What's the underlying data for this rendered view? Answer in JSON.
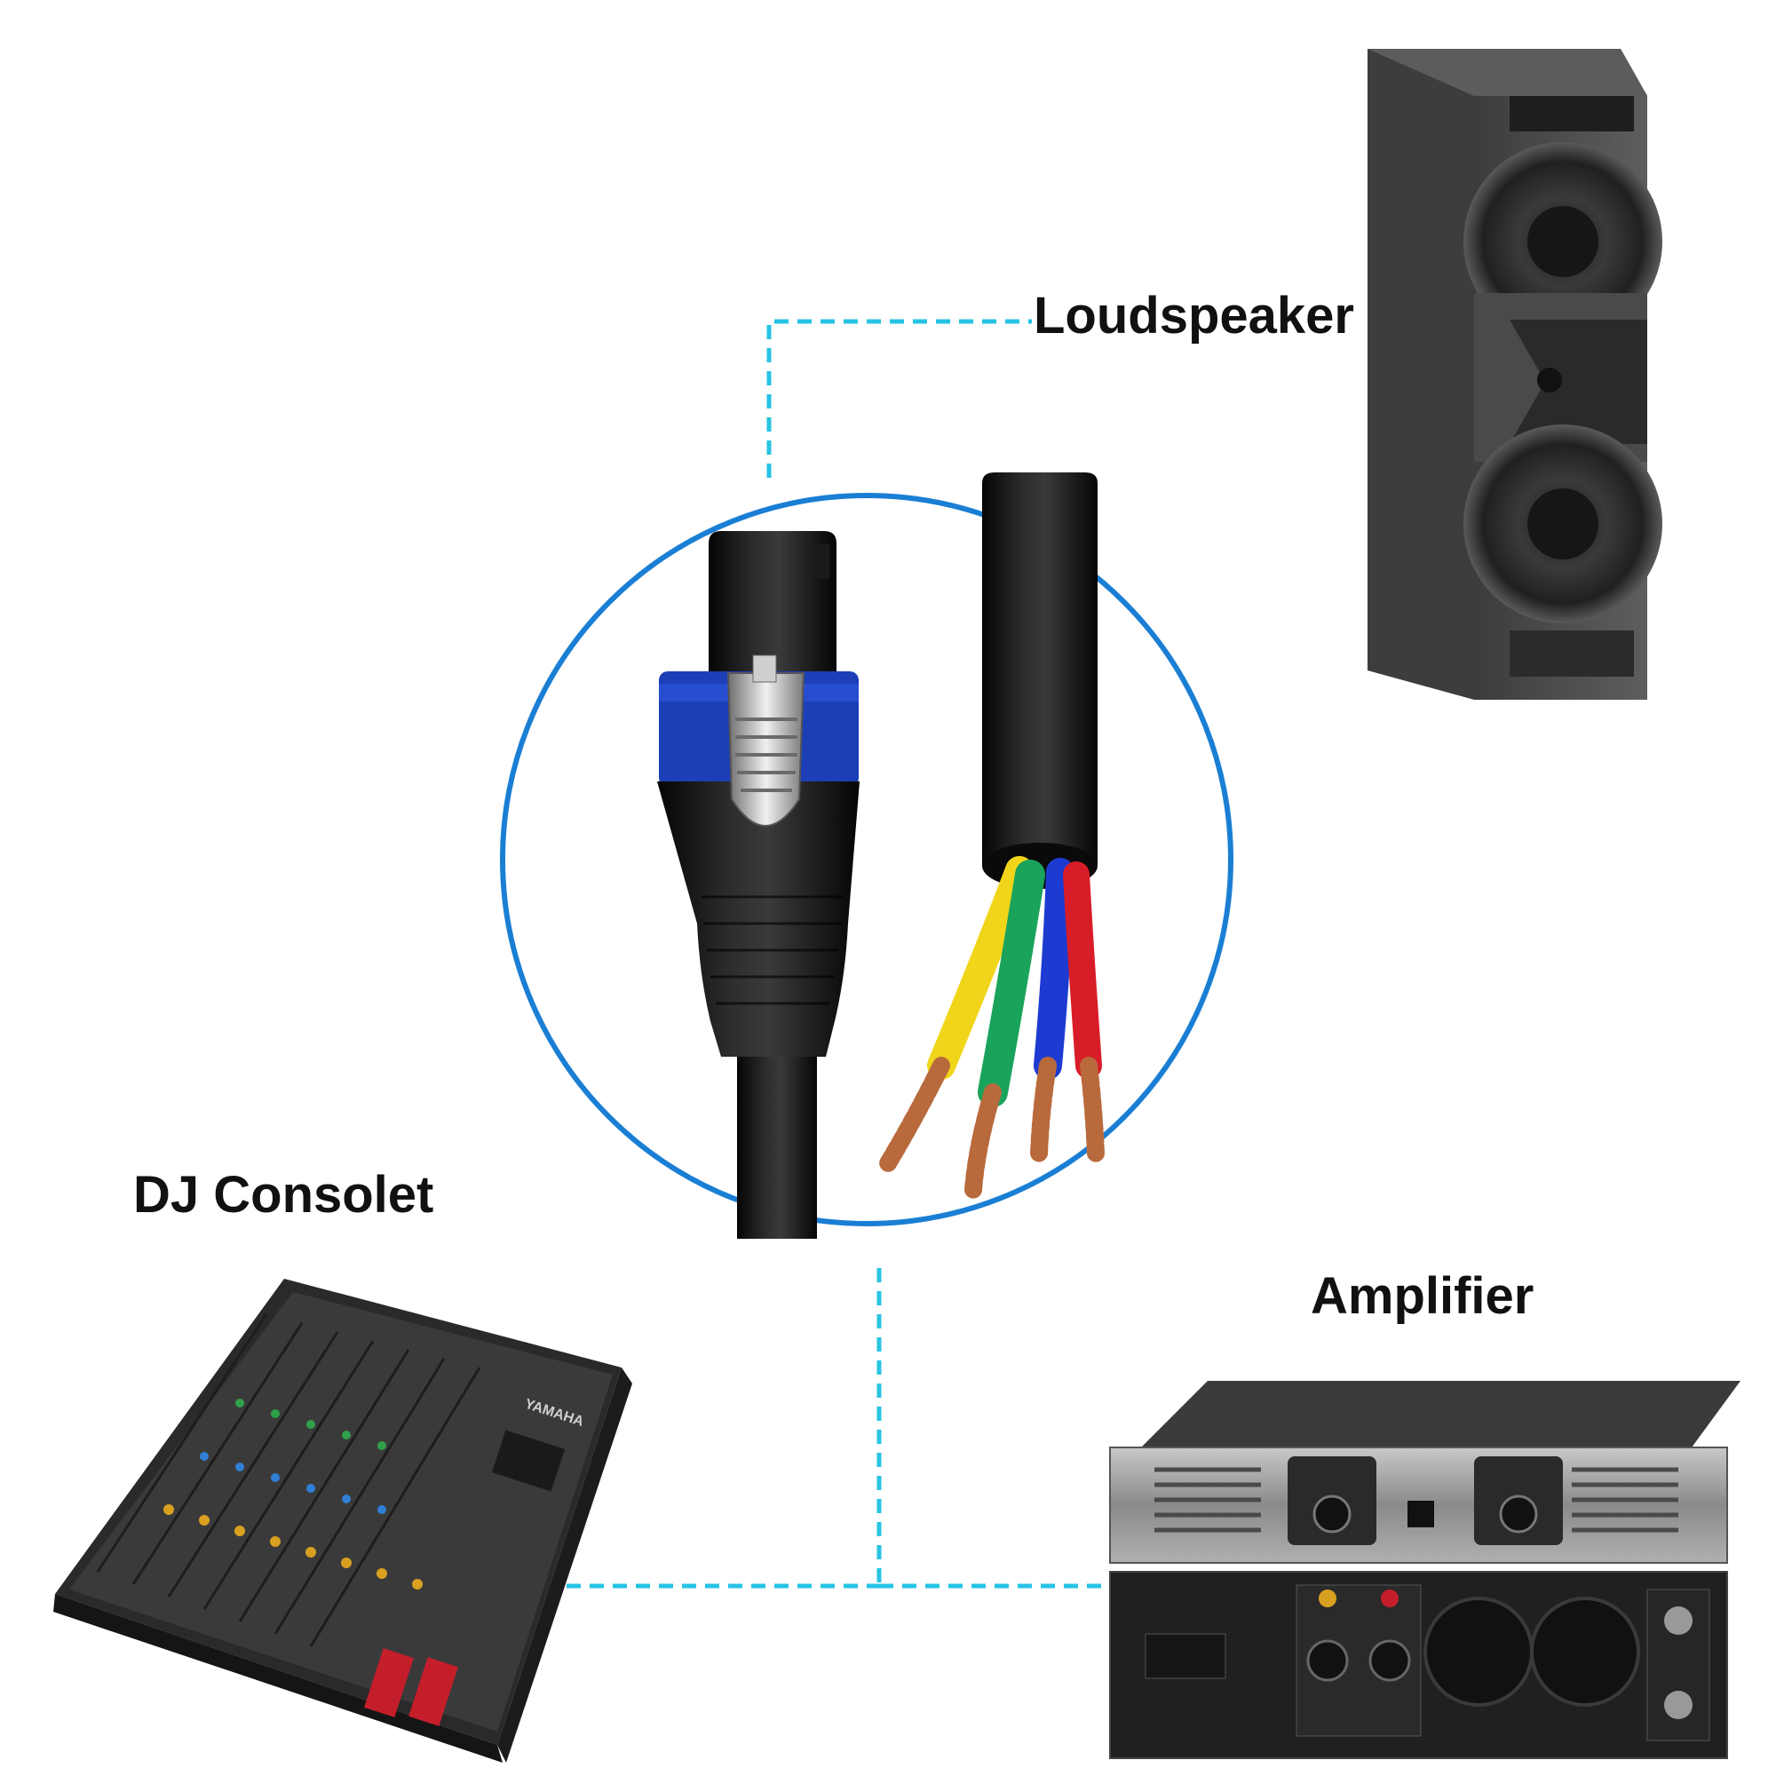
{
  "labels": {
    "loudspeaker": "Loudspeaker",
    "dj_console": "DJ Consolet",
    "amplifier": "Amplifier"
  },
  "colors": {
    "connector_line": "#27c3e3",
    "zoom_circle": "#1a7fd4",
    "cable": "#141414",
    "connector_ring": "#1c3fb8",
    "wire_yellow": "#f1d51b",
    "wire_green": "#1aa35a",
    "wire_blue": "#1d3bd1",
    "wire_red": "#d81d28",
    "copper": "#b86a3c",
    "speaker_body": "#505050",
    "amp_body": "#222222",
    "amp_panel": "#9a9a9a"
  },
  "brand_marks": {
    "mixer": "YAMAHA"
  }
}
